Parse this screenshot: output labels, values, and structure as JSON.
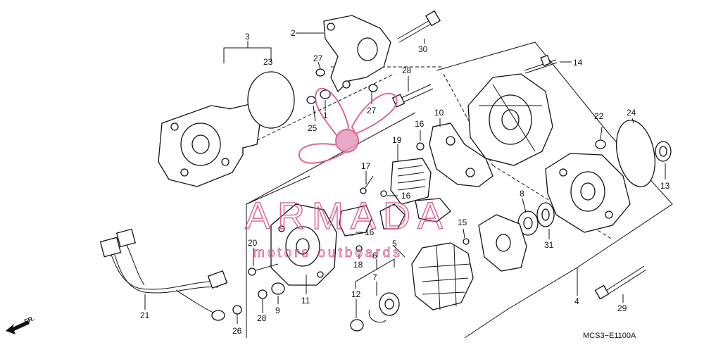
{
  "labels": {
    "p1": "1",
    "p2": "2",
    "p3": "3",
    "p4": "4",
    "p5": "5",
    "p6": "6",
    "p7": "7",
    "p8": "8",
    "p9": "9",
    "p10": "10",
    "p11": "11",
    "p12": "12",
    "p13": "13",
    "p14": "14",
    "p15": "15",
    "p16a": "16",
    "p16b": "16",
    "p16c": "16",
    "p17": "17",
    "p18": "18",
    "p19": "19",
    "p20": "20",
    "p21": "21",
    "p22": "22",
    "p23": "23",
    "p24": "24",
    "p25": "25",
    "p26": "26",
    "p27a": "27",
    "p27b": "27",
    "p28a": "28",
    "p28b": "28",
    "p29": "29",
    "p30": "30",
    "p31": "31"
  },
  "ref_code": "MCS3−E1100A",
  "direction": "FR.",
  "watermark": {
    "title": "ARMADA",
    "subtitle": "motors outboards"
  },
  "colors": {
    "ink": "#111111",
    "watermark": "#d64d86"
  }
}
